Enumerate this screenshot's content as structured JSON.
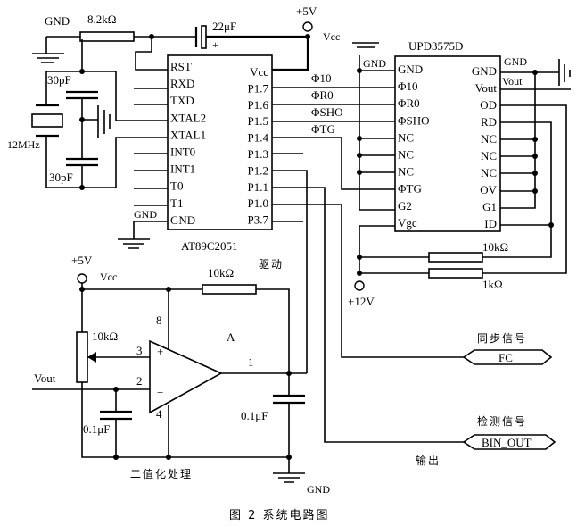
{
  "mcu": {
    "name": "AT89C2051",
    "left_pins": [
      "RST",
      "RXD",
      "TXD",
      "XTAL2",
      "XTAL1",
      "INT0",
      "INT1",
      "T0",
      "T1",
      "GND"
    ],
    "right_pins": [
      "Vcc",
      "P1.7",
      "P1.6",
      "P1.5",
      "P1.4",
      "P1.3",
      "P1.2",
      "P1.1",
      "P1.0",
      "P3.7"
    ]
  },
  "ccd": {
    "name": "UPD3575D",
    "left_pins": [
      "GND",
      "Φ10",
      "ΦR0",
      "ΦSHO",
      "NC",
      "NC",
      "NC",
      "ΦTG",
      "G2",
      "Vgc"
    ],
    "right_pins": [
      "GND",
      "Vout",
      "OD",
      "RD",
      "NC",
      "NC",
      "NC",
      "OV",
      "G1",
      "ID"
    ]
  },
  "signals": {
    "phi10": "Φ10",
    "phiR0": "ΦR0",
    "phiSHO": "ΦSHO",
    "phiTG": "ΦTG",
    "gnd_ccd_left": "GND",
    "gnd_ccd_right": "GND",
    "vout_ccd": "Vout"
  },
  "components": {
    "r_reset": "8.2kΩ",
    "c_reset": "22μF",
    "c_reset_plus": "+",
    "c_xtal_top": "30pF",
    "c_xtal_bottom": "30pF",
    "crystal": "12MHz",
    "r_id": "10kΩ",
    "r_od": "1kΩ",
    "r_pullup": "10kΩ",
    "pot": "10kΩ",
    "c_in": "0.1μF",
    "c_out": "0.1μF"
  },
  "power": {
    "top_vcc_voltage": "+5V",
    "top_vcc_label": "Vcc",
    "mcu_gnd_label": "GND",
    "reset_gnd_label": "GND",
    "ccd_supply": "+12V",
    "comp_vcc_voltage": "+5V",
    "comp_vcc_label": "Vcc",
    "comp_gnd_label": "GND"
  },
  "comparator": {
    "label": "A",
    "pin8": "8",
    "pin3": "3",
    "pin2": "2",
    "pin4": "4",
    "pin1": "1",
    "plus": "+",
    "minus": "−",
    "input_label": "Vout",
    "drive_label": "驱动",
    "process_label": "二值化处理"
  },
  "ports": {
    "fc": {
      "title": "同步信号",
      "name": "FC"
    },
    "bin": {
      "title": "检测信号",
      "name": "BIN_OUT",
      "sub": "输出"
    }
  },
  "caption": "图 2  系统电路图"
}
